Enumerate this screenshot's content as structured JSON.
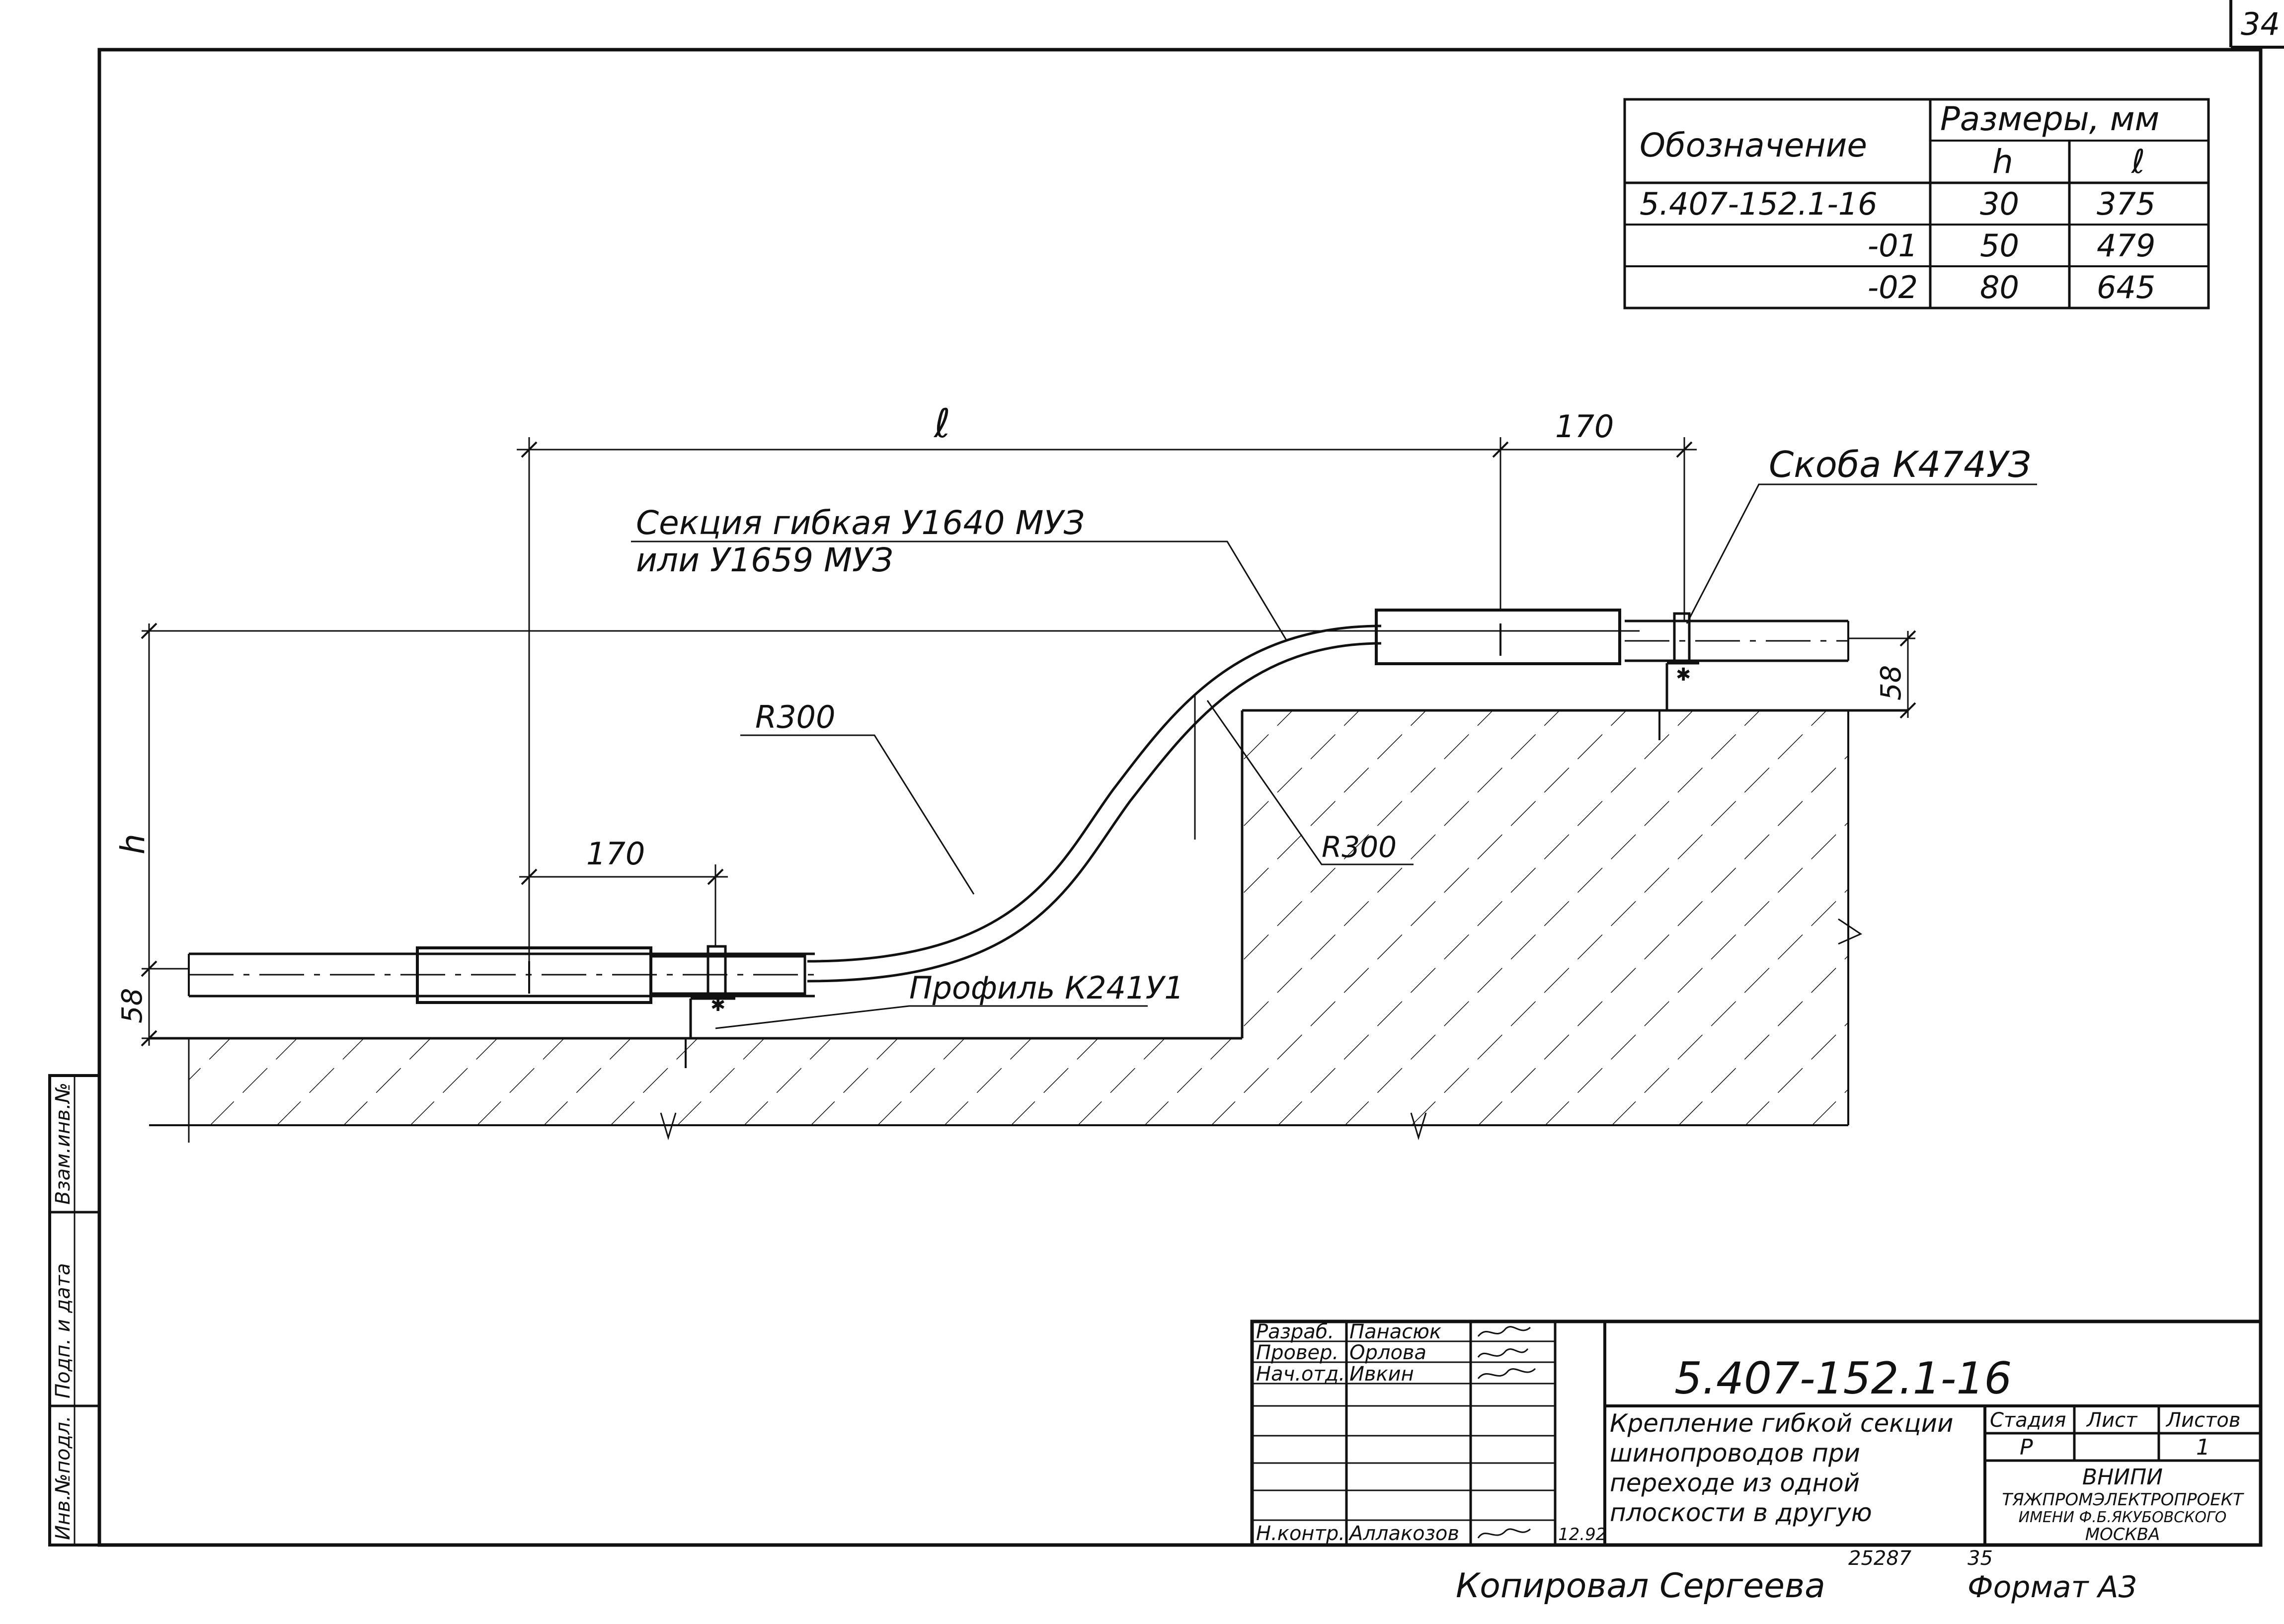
{
  "sheet": {
    "page_number": "34",
    "format_label": "Формат А3",
    "copied_by": "Копировал Сергеева",
    "inventory_number": "25287",
    "bottom_page": "35"
  },
  "size_table": {
    "col_designation": "Обозначение",
    "col_sizes": "Размеры, мм",
    "col_h": "h",
    "col_l": "ℓ",
    "rows": [
      {
        "designation": "5.407-152.1-16",
        "h": "30",
        "l": "375"
      },
      {
        "designation": "-01",
        "h": "50",
        "l": "479"
      },
      {
        "designation": "-02",
        "h": "80",
        "l": "645"
      }
    ]
  },
  "drawing": {
    "dim_l": "ℓ",
    "dim_170_top": "170",
    "dim_170_bottom": "170",
    "dim_h": "h",
    "dim_58_left": "58",
    "dim_58_right": "58",
    "callout_section_line1": "Секция гибкая У1640 МУЗ",
    "callout_section_line2": "или У1659 МУЗ",
    "callout_bracket": "Скоба К474УЗ",
    "callout_profile": "Профиль К241У1",
    "radius_left": "R300",
    "radius_right": "R300"
  },
  "side_stamp": {
    "inv_orig": "Инв.№подл.",
    "sign_date": "Подп. и дата",
    "replace_inv": "Взам.инв.№"
  },
  "title_block": {
    "doc_code": "5.407-152.1-16",
    "title_line1": "Крепление гибкой секции",
    "title_line2": "шинопроводов при",
    "title_line3": "переходе из одной",
    "title_line4": "плоскости в другую",
    "stage_header": "Стадия",
    "sheet_header": "Лист",
    "sheets_header": "Листов",
    "stage_value": "Р",
    "sheets_value": "1",
    "org_line1": "ВНИПИ",
    "org_line2": "ТЯЖПРОМЭЛЕКТРОПРОЕКТ",
    "org_line3": "ИМЕНИ Ф.Б.ЯКУБОВСКОГО",
    "org_line4": "МОСКВА",
    "signatures": [
      {
        "role": "Разраб.",
        "name": "Панасюк"
      },
      {
        "role": "Провер.",
        "name": "Орлова"
      },
      {
        "role": "Нач.отд.",
        "name": "Ивкин"
      },
      {
        "role": "Н.контр.",
        "name": "Аллакозов",
        "date": "12.92"
      }
    ]
  }
}
